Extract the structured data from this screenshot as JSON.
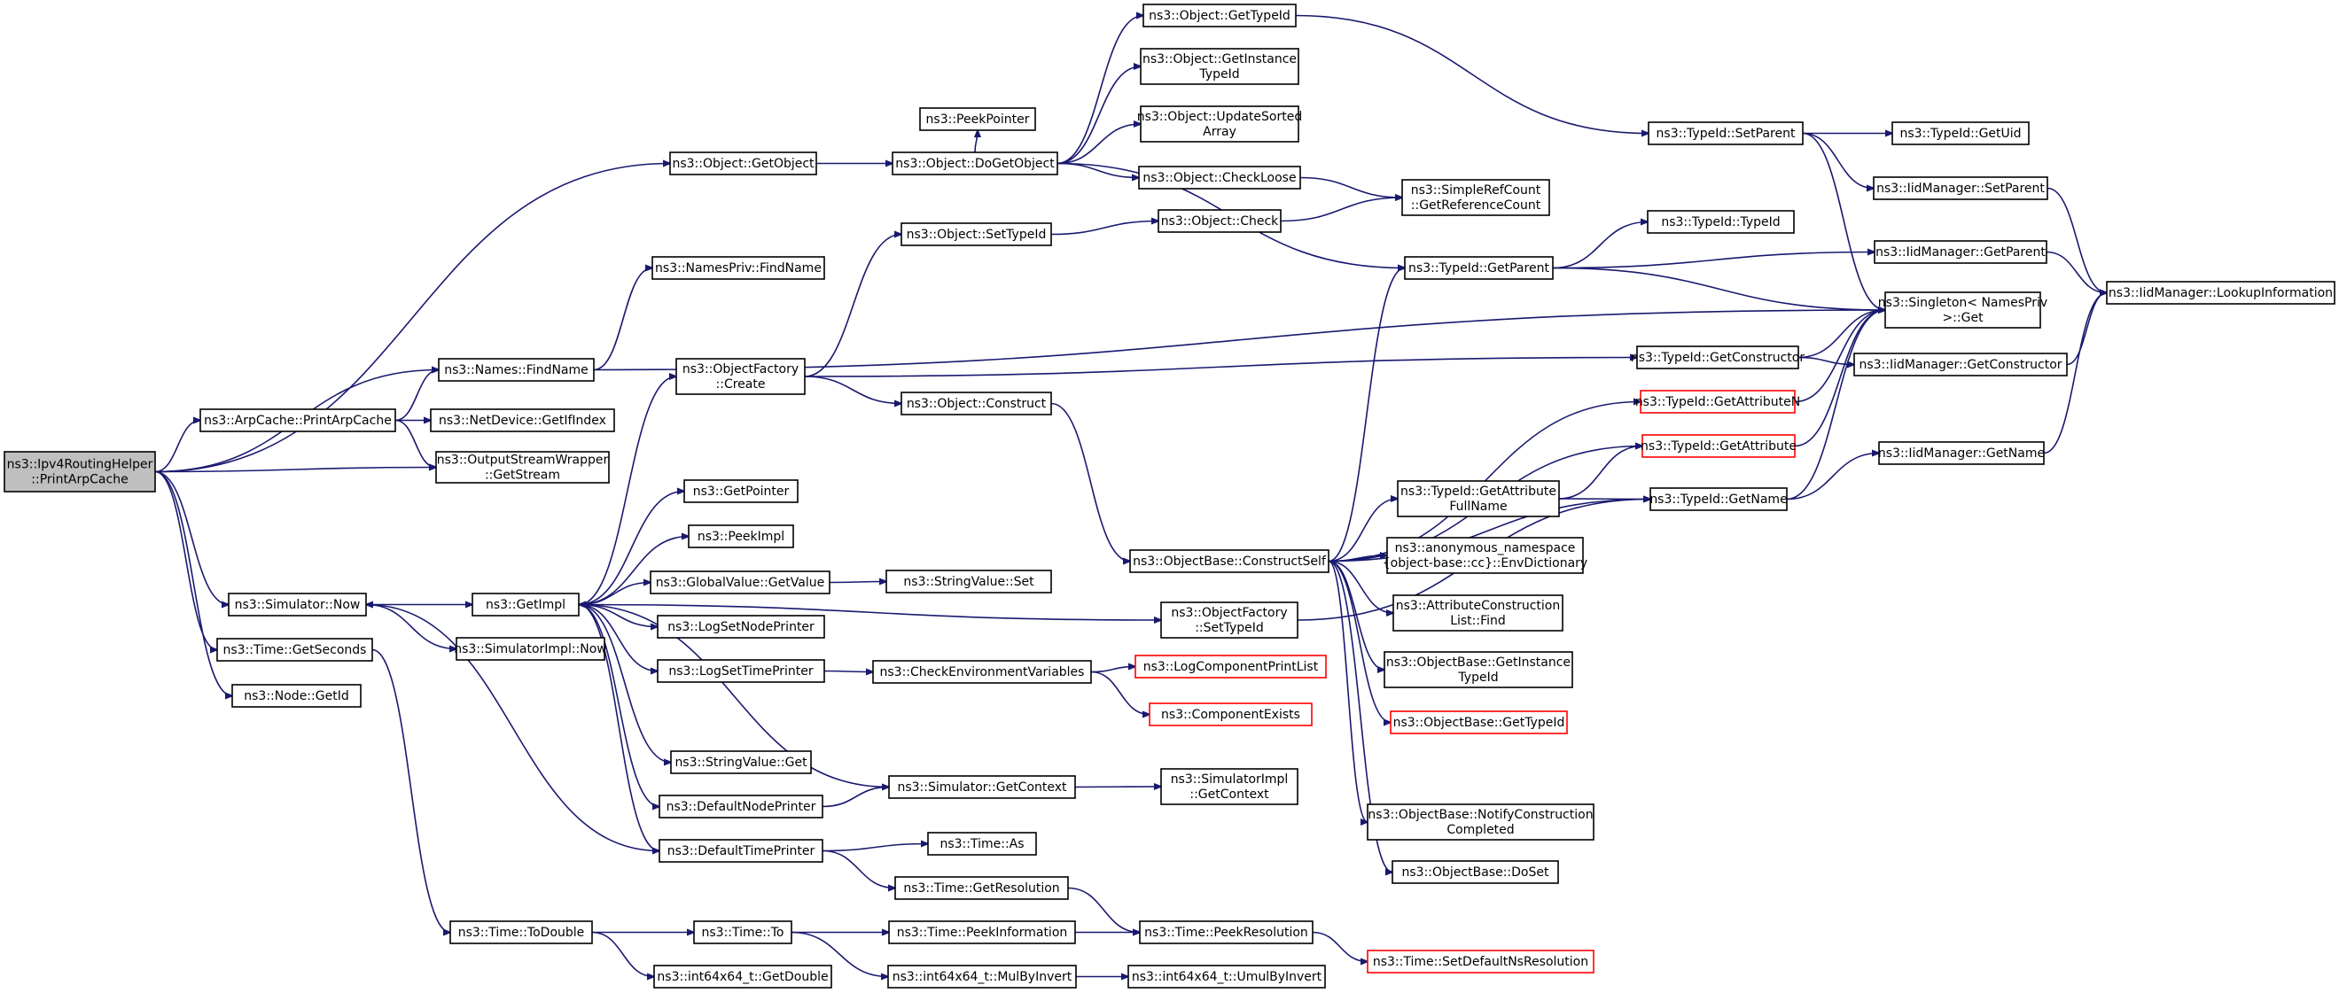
{
  "graph": {
    "nodes": [
      {
        "id": "n0",
        "lines": [
          "ns3::Ipv4RoutingHelper",
          "::PrintArpCache"
        ],
        "style": "root"
      },
      {
        "id": "n1",
        "lines": [
          "ns3::Object::GetObject"
        ]
      },
      {
        "id": "n2",
        "lines": [
          "ns3::Names::FindName"
        ]
      },
      {
        "id": "n3",
        "lines": [
          "ns3::ArpCache::PrintArpCache"
        ]
      },
      {
        "id": "n4",
        "lines": [
          "ns3::OutputStreamWrapper",
          "::GetStream"
        ]
      },
      {
        "id": "n5",
        "lines": [
          "ns3::Simulator::Now"
        ]
      },
      {
        "id": "n6",
        "lines": [
          "ns3::Time::GetSeconds"
        ]
      },
      {
        "id": "n7",
        "lines": [
          "ns3::Node::GetId"
        ]
      },
      {
        "id": "n8",
        "lines": [
          "ns3::NetDevice::GetIfIndex"
        ]
      },
      {
        "id": "n9",
        "lines": [
          "ns3::NamesPriv::FindName"
        ]
      },
      {
        "id": "n10",
        "lines": [
          "ns3::GetImpl"
        ]
      },
      {
        "id": "n11",
        "lines": [
          "ns3::SimulatorImpl::Now"
        ]
      },
      {
        "id": "n12",
        "lines": [
          "ns3::Time::ToDouble"
        ]
      },
      {
        "id": "n13",
        "lines": [
          "ns3::Object::DoGetObject"
        ]
      },
      {
        "id": "n14",
        "lines": [
          "ns3::PeekPointer"
        ]
      },
      {
        "id": "n15",
        "lines": [
          "ns3::ObjectFactory",
          "::Create"
        ]
      },
      {
        "id": "n16",
        "lines": [
          "ns3::GetPointer"
        ]
      },
      {
        "id": "n17",
        "lines": [
          "ns3::PeekImpl"
        ]
      },
      {
        "id": "n18",
        "lines": [
          "ns3::GlobalValue::GetValue"
        ]
      },
      {
        "id": "n19",
        "lines": [
          "ns3::LogSetNodePrinter"
        ]
      },
      {
        "id": "n20",
        "lines": [
          "ns3::LogSetTimePrinter"
        ]
      },
      {
        "id": "n21",
        "lines": [
          "ns3::StringValue::Get"
        ]
      },
      {
        "id": "n22",
        "lines": [
          "ns3::DefaultNodePrinter"
        ]
      },
      {
        "id": "n23",
        "lines": [
          "ns3::DefaultTimePrinter"
        ]
      },
      {
        "id": "n24",
        "lines": [
          "ns3::Time::To"
        ]
      },
      {
        "id": "n25",
        "lines": [
          "ns3::int64x64_t::GetDouble"
        ]
      },
      {
        "id": "n26",
        "lines": [
          "ns3::Object::GetTypeId"
        ]
      },
      {
        "id": "n27",
        "lines": [
          "ns3::Object::GetInstance",
          "TypeId"
        ]
      },
      {
        "id": "n28",
        "lines": [
          "ns3::Object::UpdateSorted",
          "Array"
        ]
      },
      {
        "id": "n29",
        "lines": [
          "ns3::Object::CheckLoose"
        ]
      },
      {
        "id": "n30",
        "lines": [
          "ns3::Object::SetTypeId"
        ]
      },
      {
        "id": "n31",
        "lines": [
          "ns3::Object::Check"
        ]
      },
      {
        "id": "n32",
        "lines": [
          "ns3::Object::Construct"
        ]
      },
      {
        "id": "n33",
        "lines": [
          "ns3::StringValue::Set"
        ]
      },
      {
        "id": "n34",
        "lines": [
          "ns3::CheckEnvironmentVariables"
        ]
      },
      {
        "id": "n35",
        "lines": [
          "ns3::Simulator::GetContext"
        ]
      },
      {
        "id": "n36",
        "lines": [
          "ns3::Time::As"
        ]
      },
      {
        "id": "n37",
        "lines": [
          "ns3::Time::GetResolution"
        ]
      },
      {
        "id": "n38",
        "lines": [
          "ns3::Time::PeekInformation"
        ]
      },
      {
        "id": "n39",
        "lines": [
          "ns3::int64x64_t::MulByInvert"
        ]
      },
      {
        "id": "n40",
        "lines": [
          "ns3::ObjectBase::ConstructSelf"
        ]
      },
      {
        "id": "n41",
        "lines": [
          "ns3::ObjectFactory",
          "::SetTypeId"
        ]
      },
      {
        "id": "n42",
        "lines": [
          "ns3::LogComponentPrintList"
        ],
        "style": "trunc"
      },
      {
        "id": "n43",
        "lines": [
          "ns3::ComponentExists"
        ],
        "style": "trunc"
      },
      {
        "id": "n44",
        "lines": [
          "ns3::SimulatorImpl",
          "::GetContext"
        ]
      },
      {
        "id": "n45",
        "lines": [
          "ns3::Time::PeekResolution"
        ]
      },
      {
        "id": "n46",
        "lines": [
          "ns3::int64x64_t::UmulByInvert"
        ]
      },
      {
        "id": "n47",
        "lines": [
          "ns3::SimpleRefCount",
          "::GetReferenceCount"
        ]
      },
      {
        "id": "n48",
        "lines": [
          "ns3::TypeId::GetParent"
        ]
      },
      {
        "id": "n49",
        "lines": [
          "ns3::TypeId::GetAttribute",
          "FullName"
        ]
      },
      {
        "id": "n50",
        "lines": [
          "ns3::anonymous_namespace",
          "{object-base::cc}::EnvDictionary"
        ]
      },
      {
        "id": "n51",
        "lines": [
          "ns3::AttributeConstruction",
          "List::Find"
        ]
      },
      {
        "id": "n52",
        "lines": [
          "ns3::ObjectBase::GetInstance",
          "TypeId"
        ]
      },
      {
        "id": "n53",
        "lines": [
          "ns3::ObjectBase::GetTypeId"
        ],
        "style": "trunc"
      },
      {
        "id": "n54",
        "lines": [
          "ns3::ObjectBase::NotifyConstruction",
          "Completed"
        ]
      },
      {
        "id": "n55",
        "lines": [
          "ns3::ObjectBase::DoSet"
        ]
      },
      {
        "id": "n56",
        "lines": [
          "ns3::Time::SetDefaultNsResolution"
        ],
        "style": "trunc"
      },
      {
        "id": "n57",
        "lines": [
          "ns3::TypeId::SetParent"
        ]
      },
      {
        "id": "n58",
        "lines": [
          "ns3::TypeId::TypeId"
        ]
      },
      {
        "id": "n59",
        "lines": [
          "ns3::TypeId::GetConstructor"
        ]
      },
      {
        "id": "n60",
        "lines": [
          "ns3::TypeId::GetAttributeN"
        ],
        "style": "trunc"
      },
      {
        "id": "n61",
        "lines": [
          "ns3::TypeId::GetAttribute"
        ],
        "style": "trunc"
      },
      {
        "id": "n62",
        "lines": [
          "ns3::TypeId::GetName"
        ]
      },
      {
        "id": "n63",
        "lines": [
          "ns3::TypeId::GetUid"
        ]
      },
      {
        "id": "n64",
        "lines": [
          "ns3::IidManager::SetParent"
        ]
      },
      {
        "id": "n65",
        "lines": [
          "ns3::IidManager::GetParent"
        ]
      },
      {
        "id": "n66",
        "lines": [
          "ns3::Singleton< NamesPriv",
          " >::Get"
        ]
      },
      {
        "id": "n67",
        "lines": [
          "ns3::IidManager::GetConstructor"
        ]
      },
      {
        "id": "n68",
        "lines": [
          "ns3::IidManager::GetName"
        ]
      },
      {
        "id": "n69",
        "lines": [
          "ns3::IidManager::LookupInformation"
        ]
      }
    ],
    "edges": [
      [
        "n0",
        "n1"
      ],
      [
        "n0",
        "n2"
      ],
      [
        "n0",
        "n3"
      ],
      [
        "n0",
        "n4"
      ],
      [
        "n0",
        "n5"
      ],
      [
        "n0",
        "n6"
      ],
      [
        "n0",
        "n7"
      ],
      [
        "n1",
        "n13"
      ],
      [
        "n13",
        "n14"
      ],
      [
        "n13",
        "n26"
      ],
      [
        "n13",
        "n27"
      ],
      [
        "n13",
        "n28"
      ],
      [
        "n13",
        "n29"
      ],
      [
        "n13",
        "n48"
      ],
      [
        "n26",
        "n57"
      ],
      [
        "n29",
        "n47"
      ],
      [
        "n31",
        "n47"
      ],
      [
        "n30",
        "n31"
      ],
      [
        "n2",
        "n9"
      ],
      [
        "n2",
        "n66"
      ],
      [
        "n3",
        "n2"
      ],
      [
        "n3",
        "n8"
      ],
      [
        "n3",
        "n4"
      ],
      [
        "n5",
        "n10"
      ],
      [
        "n5",
        "n11"
      ],
      [
        "n6",
        "n12"
      ],
      [
        "n10",
        "n15"
      ],
      [
        "n10",
        "n16"
      ],
      [
        "n10",
        "n17"
      ],
      [
        "n10",
        "n18"
      ],
      [
        "n10",
        "n19"
      ],
      [
        "n10",
        "n20"
      ],
      [
        "n10",
        "n21"
      ],
      [
        "n10",
        "n22"
      ],
      [
        "n10",
        "n23"
      ],
      [
        "n10",
        "n41"
      ],
      [
        "n15",
        "n30"
      ],
      [
        "n15",
        "n32"
      ],
      [
        "n15",
        "n59"
      ],
      [
        "n18",
        "n33"
      ],
      [
        "n20",
        "n34"
      ],
      [
        "n34",
        "n42"
      ],
      [
        "n34",
        "n43"
      ],
      [
        "n35",
        "n10"
      ],
      [
        "n35",
        "n44"
      ],
      [
        "n22",
        "n35"
      ],
      [
        "n23",
        "n5"
      ],
      [
        "n23",
        "n36"
      ],
      [
        "n23",
        "n37"
      ],
      [
        "n12",
        "n24"
      ],
      [
        "n12",
        "n25"
      ],
      [
        "n24",
        "n38"
      ],
      [
        "n24",
        "n39"
      ],
      [
        "n39",
        "n46"
      ],
      [
        "n38",
        "n45"
      ],
      [
        "n37",
        "n45"
      ],
      [
        "n45",
        "n56"
      ],
      [
        "n32",
        "n40"
      ],
      [
        "n40",
        "n48"
      ],
      [
        "n40",
        "n60"
      ],
      [
        "n40",
        "n61"
      ],
      [
        "n40",
        "n49"
      ],
      [
        "n40",
        "n50"
      ],
      [
        "n40",
        "n51"
      ],
      [
        "n40",
        "n52"
      ],
      [
        "n40",
        "n53"
      ],
      [
        "n40",
        "n54"
      ],
      [
        "n40",
        "n55"
      ],
      [
        "n40",
        "n62"
      ],
      [
        "n41",
        "n62"
      ],
      [
        "n48",
        "n58"
      ],
      [
        "n48",
        "n65"
      ],
      [
        "n48",
        "n66"
      ],
      [
        "n49",
        "n61"
      ],
      [
        "n49",
        "n62"
      ],
      [
        "n57",
        "n63"
      ],
      [
        "n57",
        "n64"
      ],
      [
        "n57",
        "n66"
      ],
      [
        "n59",
        "n66"
      ],
      [
        "n59",
        "n67"
      ],
      [
        "n60",
        "n66"
      ],
      [
        "n61",
        "n66"
      ],
      [
        "n62",
        "n66"
      ],
      [
        "n62",
        "n68"
      ],
      [
        "n64",
        "n69"
      ],
      [
        "n65",
        "n69"
      ],
      [
        "n67",
        "n69"
      ],
      [
        "n68",
        "n69"
      ]
    ]
  }
}
